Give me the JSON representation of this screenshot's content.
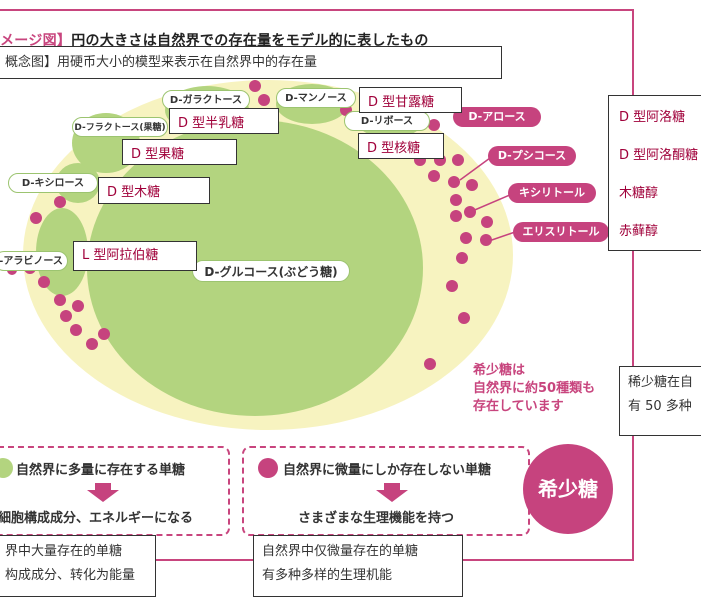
{
  "title": {
    "tag": "メージ図】",
    "text": "円の大きさは自然界での存在量をモデル的に表したもの"
  },
  "chinese_caption": "概念图】用硬币大小的模型来表示在自然界中的存在量",
  "green_labels": {
    "galactose": "D-ガラクトース",
    "mannose": "D-マンノース",
    "fructose": "D-フラクトース(果糖)",
    "ribose": "D-リボース",
    "xylose": "D-キシロース",
    "arabinose": "-アラビノース",
    "glucose": "D-グルコース(ぶどう糖)"
  },
  "pink_labels": {
    "allose": "D-アロース",
    "psicose": "D-プシコース",
    "xylitol": "キシリトール",
    "erythritol": "エリスリトール"
  },
  "notes": {
    "mannose": "D 型甘露糖",
    "galactose": "D 型半乳糖",
    "fructose": "D 型果糖",
    "ribose": "D 型核糖",
    "xylose": "D 型木糖",
    "arabinose": "L 型阿拉伯糖"
  },
  "right_notes": [
    "D 型阿洛糖",
    "D 型阿洛酮糖",
    "木糖醇",
    "赤藓醇"
  ],
  "rare_text": [
    "希少糖は",
    "自然界に約50種類も",
    "存在しています"
  ],
  "rare_note": [
    "稀少糖在自",
    "有 50 多种"
  ],
  "legend": {
    "left_title": "自然界に多量に存在する単糖",
    "left_desc": "細胞構成成分、エネルギーになる",
    "right_title": "自然界に微量にしか存在しない単糖",
    "right_desc": "さまざまな生理機能を持つ",
    "rare": "希少糖"
  },
  "bottom_notes": {
    "left": [
      "界中大量存在的单糖",
      "构成成分、转化为能量"
    ],
    "right": [
      "自然界中仅微量存在的单糖",
      "有多种多样的生理机能"
    ]
  },
  "colors": {
    "pink": "#c6437e",
    "green": "#b3d47f",
    "cream": "#f7f3c0"
  }
}
